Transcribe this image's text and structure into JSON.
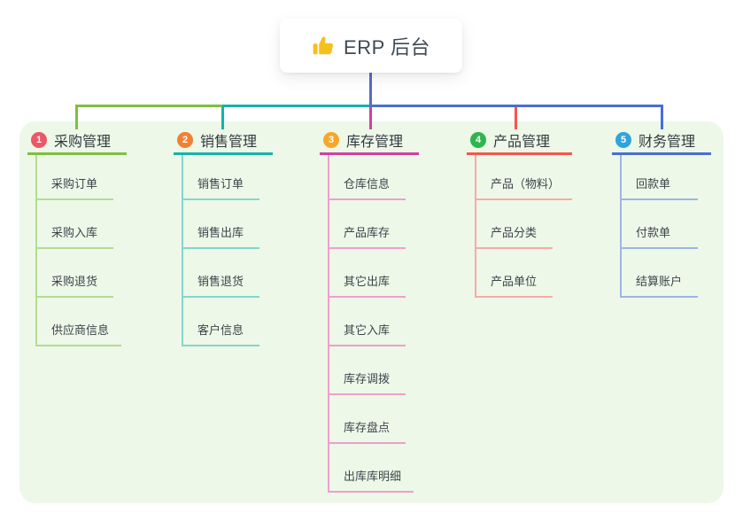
{
  "root": {
    "label": "ERP 后台",
    "icon": "thumbs-up-icon"
  },
  "branches": [
    {
      "num": "1",
      "label": "采购管理",
      "badge_color": "#ee5767",
      "line_color": "#7fbf3f",
      "child_line_color": "#b5db91",
      "children": [
        "采购订单",
        "采购入库",
        "采购退货",
        "供应商信息"
      ]
    },
    {
      "num": "2",
      "label": "销售管理",
      "badge_color": "#f08134",
      "line_color": "#14b3a9",
      "child_line_color": "#83d6cc",
      "children": [
        "销售订单",
        "销售出库",
        "销售退货",
        "客户信息"
      ]
    },
    {
      "num": "3",
      "label": "库存管理",
      "badge_color": "#f7a728",
      "line_color": "#d2409e",
      "child_line_color": "#eda0cd",
      "children": [
        "仓库信息",
        "产品库存",
        "其它出库",
        "其它入库",
        "库存调拨",
        "库存盘点",
        "出库库明细"
      ]
    },
    {
      "num": "4",
      "label": "产品管理",
      "badge_color": "#2fb44e",
      "line_color": "#f4574e",
      "child_line_color": "#f9aaa4",
      "children": [
        "产品（物料）",
        "产品分类",
        "产品单位"
      ]
    },
    {
      "num": "5",
      "label": "财务管理",
      "badge_color": "#2ea4da",
      "line_color": "#4a6fd0",
      "child_line_color": "#9db6e4",
      "children": [
        "回款单",
        "付款单",
        "结算账户"
      ]
    }
  ],
  "connectors": {
    "root_line_color": "#5b6bc0"
  },
  "panel_color": "#edf8e8"
}
